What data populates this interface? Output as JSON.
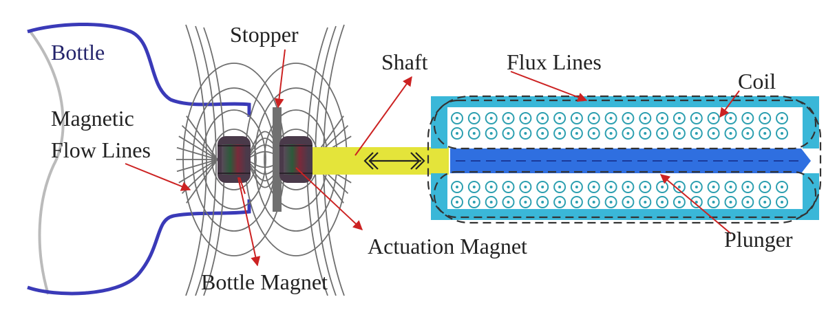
{
  "labels": {
    "bottle": "Bottle",
    "stopper": "Stopper",
    "shaft": "Shaft",
    "flux_lines": "Flux Lines",
    "coil": "Coil",
    "magnetic_line1": "Magnetic",
    "magnetic_line2": "Flow Lines",
    "actuation_magnet": "Actuation Magnet",
    "plunger": "Plunger",
    "bottle_magnet": "Bottle Magnet"
  },
  "colors": {
    "bottle_outline": "#3a3ab8",
    "bottle_neck_grey": "#bbbbbb",
    "field_lines": "#6e6e6e",
    "arrows": "#cc2222",
    "shaft": "#e4e43a",
    "plunger": "#2f6fe0",
    "coil_housing": "#3ab7d8",
    "coil_turns": "#2c9fb0",
    "magnet_body": "#4a3a4a",
    "stopper": "#707070"
  },
  "coil": {
    "rows": 4,
    "turns_per_row": 20
  }
}
